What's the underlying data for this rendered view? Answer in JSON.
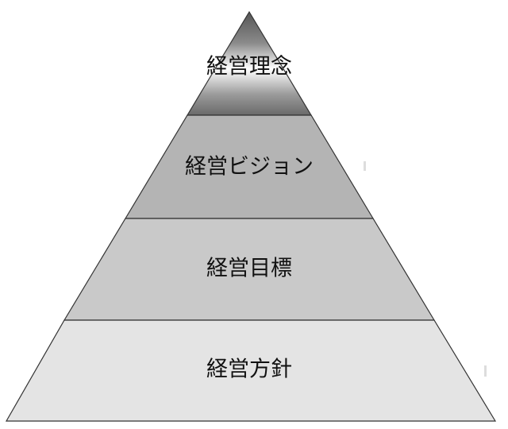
{
  "levels": [
    {
      "label": "経営理念",
      "fill": "gradient"
    },
    {
      "label": "経営ビジョン",
      "fill": "#b4b4b4"
    },
    {
      "label": "経営目標",
      "fill": "#c9c9c9"
    },
    {
      "label": "経営方針",
      "fill": "#e4e4e4"
    }
  ],
  "colors": {
    "outline": "#333333",
    "gradient_dark": "#555555",
    "gradient_light": "#ffffff",
    "gradient_bottom": "#6a6a6a"
  }
}
